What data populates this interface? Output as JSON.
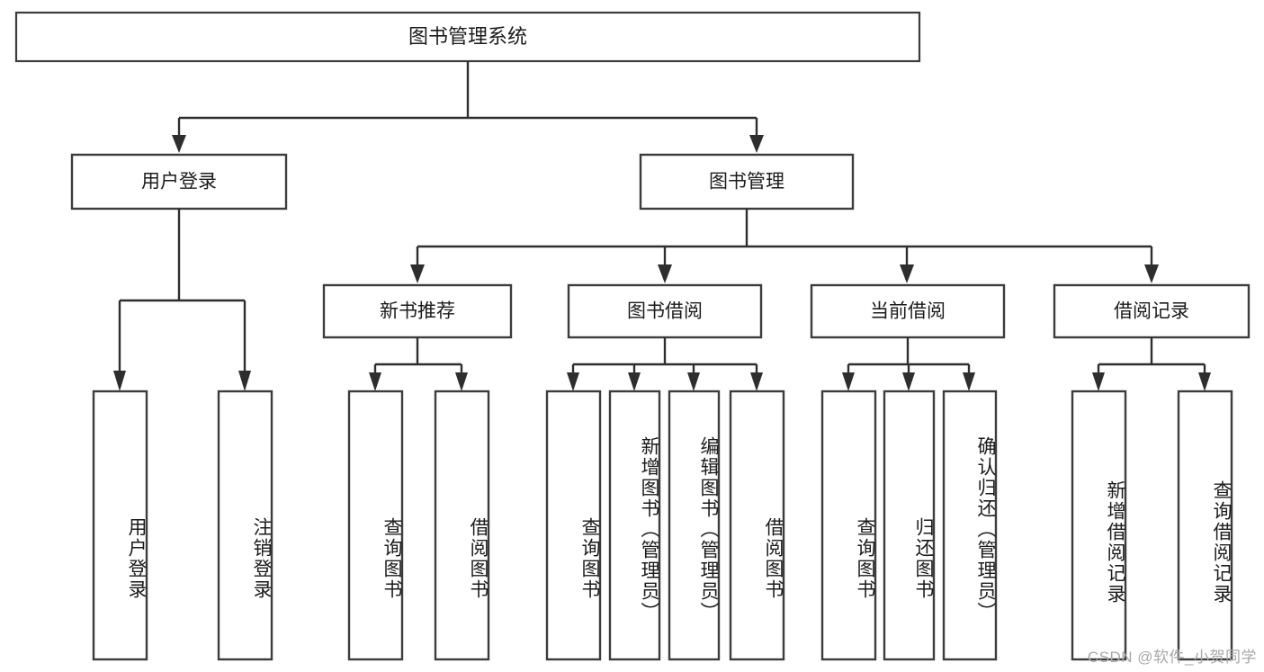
{
  "diagram": {
    "type": "hierarchy-tree",
    "title": "图书管理系统",
    "orientation": "top-down",
    "watermark": "CSDN @软件_小贺同学",
    "root": {
      "id": "root",
      "label": "图书管理系统",
      "level": 0
    },
    "level2": [
      {
        "id": "user-login",
        "label": "用户登录",
        "level": 1
      },
      {
        "id": "book-management",
        "label": "图书管理",
        "level": 1
      }
    ],
    "level3": [
      {
        "id": "new-book-recommend",
        "label": "新书推荐",
        "level": 2,
        "parent": "book-management"
      },
      {
        "id": "book-borrow",
        "label": "图书借阅",
        "level": 2,
        "parent": "book-management"
      },
      {
        "id": "current-borrow",
        "label": "当前借阅",
        "level": 2,
        "parent": "book-management"
      },
      {
        "id": "borrow-record",
        "label": "借阅记录",
        "level": 2,
        "parent": "book-management"
      }
    ],
    "leaves": [
      {
        "id": "leaf-user-login",
        "label": "用户登录",
        "parent": "user-login"
      },
      {
        "id": "leaf-logout-login",
        "label": "注销登录",
        "parent": "user-login"
      },
      {
        "id": "leaf-query-book-1",
        "label": "查询图书",
        "parent": "new-book-recommend"
      },
      {
        "id": "leaf-borrow-book-1",
        "label": "借阅图书",
        "parent": "new-book-recommend"
      },
      {
        "id": "leaf-query-book-2",
        "label": "查询图书",
        "parent": "book-borrow"
      },
      {
        "id": "leaf-add-book",
        "label": "新增图书（管理员）",
        "parent": "book-borrow"
      },
      {
        "id": "leaf-edit-book",
        "label": "编辑图书（管理员）",
        "parent": "book-borrow"
      },
      {
        "id": "leaf-borrow-book-2",
        "label": "借阅图书",
        "parent": "book-borrow"
      },
      {
        "id": "leaf-query-book-3",
        "label": "查询图书",
        "parent": "current-borrow"
      },
      {
        "id": "leaf-return-book",
        "label": "归还图书",
        "parent": "current-borrow"
      },
      {
        "id": "leaf-confirm-return",
        "label": "确认归还（管理员）",
        "parent": "current-borrow"
      },
      {
        "id": "leaf-add-record",
        "label": "新增借阅记录",
        "parent": "borrow-record"
      },
      {
        "id": "leaf-query-record",
        "label": "查询借阅记录",
        "parent": "borrow-record"
      }
    ],
    "colors": {
      "box_stroke": "#3c3c3c",
      "connector": "#2e2e2e",
      "text": "#1b1b1b",
      "background": "#ffffff",
      "watermark": "#a8a8a8"
    }
  }
}
